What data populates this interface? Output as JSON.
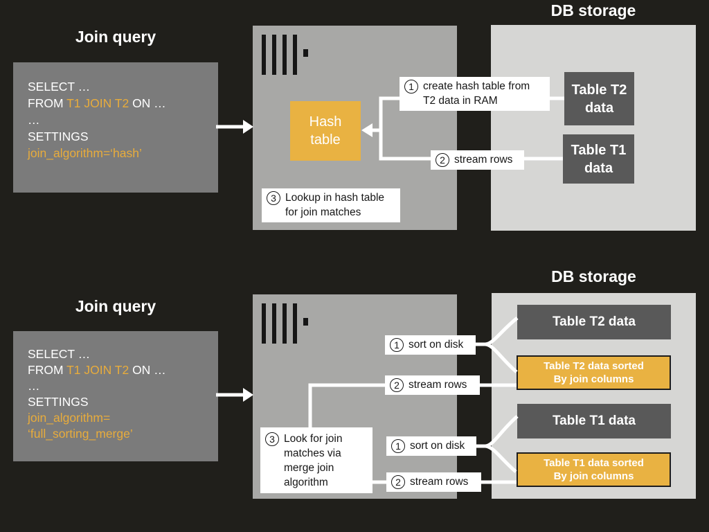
{
  "palette": {
    "background": "#201f1b",
    "query_box_gray": "#7b7b7b",
    "server_box_gray": "#a8a8a6",
    "storage_box_gray": "#d6d6d4",
    "table_box_dark": "#595959",
    "accent_orange": "#e9b242",
    "sql_highlight_orange": "#e8ac3c",
    "line_white": "#ffffff",
    "text_black": "#161616"
  },
  "icons": {
    "server_logo": "clickhouse-bars-logo"
  },
  "hash_join": {
    "query_title": "Join query",
    "sql": {
      "select": "SELECT …",
      "from_prefix": "FROM ",
      "from_highlight": "T1 JOIN T2",
      "from_suffix": " ON …",
      "ellipsis": "…",
      "settings": "SETTINGS",
      "algorithm_line1": "join_algorithm=‘hash’"
    },
    "hash_table_label": "Hash\ntable",
    "storage_title": "DB storage",
    "tables": [
      {
        "label": "Table T2\ndata"
      },
      {
        "label": "Table T1\ndata"
      }
    ],
    "steps": [
      {
        "num": "1",
        "text": "create hash table from\nT2 data in RAM"
      },
      {
        "num": "2",
        "text": "stream rows"
      },
      {
        "num": "3",
        "text": "Lookup in hash table\nfor join matches"
      }
    ]
  },
  "merge_join": {
    "query_title": "Join query",
    "sql": {
      "select": "SELECT …",
      "from_prefix": "FROM ",
      "from_highlight": "T1 JOIN T2",
      "from_suffix": " ON …",
      "ellipsis": "…",
      "settings": "SETTINGS",
      "algorithm_line1": "join_algorithm=",
      "algorithm_line2": "‘full_sorting_merge’"
    },
    "storage_title": "DB storage",
    "tables": [
      {
        "label": "Table T2 data",
        "kind": "raw"
      },
      {
        "label": "Table T2 data sorted\nBy join columns",
        "kind": "sorted"
      },
      {
        "label": "Table T1 data",
        "kind": "raw"
      },
      {
        "label": "Table T1 data sorted\nBy join columns",
        "kind": "sorted"
      }
    ],
    "steps": [
      {
        "num": "1",
        "text": "sort on disk"
      },
      {
        "num": "2",
        "text": "stream rows"
      },
      {
        "num": "3",
        "text": "Look for join\nmatches via\nmerge join\nalgorithm"
      },
      {
        "num": "1",
        "text": "sort on disk"
      },
      {
        "num": "2",
        "text": "stream rows"
      }
    ]
  }
}
